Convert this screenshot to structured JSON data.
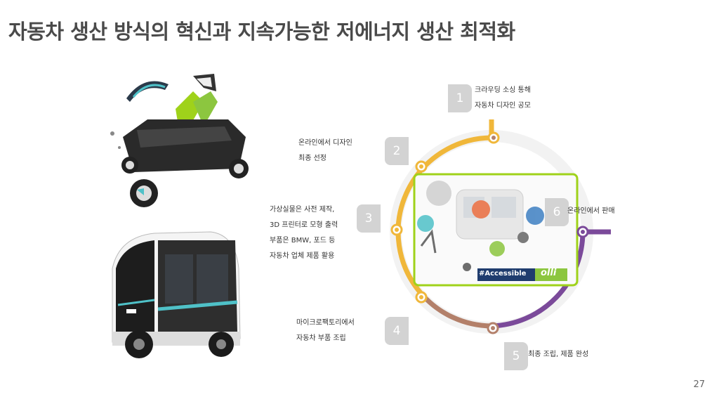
{
  "title": "자동차 생산 방식의 혁신과 지속가능한 저에너지 생산 최적화",
  "page_number": "27",
  "cycle": {
    "badge_text": "#Accessible",
    "brand_text": "olli",
    "steps": [
      {
        "num": "1",
        "lines": [
          "크라우딩 소싱 통해",
          "자동차 디자인 공모"
        ]
      },
      {
        "num": "2",
        "lines": [
          "온라인에서 디자인",
          "최종 선정"
        ]
      },
      {
        "num": "3",
        "lines": [
          "가상실물은 사전 제작,",
          "3D 프린터로 모형 출력",
          "부품은 BMW, 포드 등",
          "자동차 업체 제품 활용"
        ]
      },
      {
        "num": "4",
        "lines": [
          "마이크로팩토리에서",
          "자동차 부품 조립"
        ]
      },
      {
        "num": "5",
        "lines": [
          "최종 조립, 제품 완성"
        ]
      },
      {
        "num": "6",
        "lines": [
          "온라인에서 판매"
        ]
      }
    ]
  },
  "colors": {
    "yellow": "#f0b73a",
    "brown": "#b3806a",
    "purple": "#7b4a9a",
    "green": "#8cc63f",
    "tab_gray": "#d3d3d3"
  }
}
